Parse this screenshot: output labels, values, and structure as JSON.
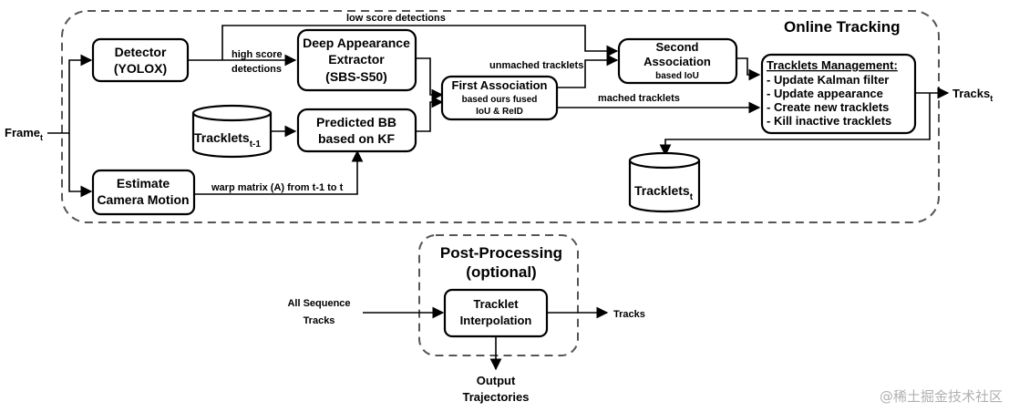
{
  "groups": {
    "online": "Online Tracking",
    "post_line1": "Post-Processing",
    "post_line2": "(optional)"
  },
  "inputs": {
    "frame": "Frame",
    "frame_sub": "t",
    "all_seq_line1": "All Sequence",
    "all_seq_line2": "Tracks"
  },
  "nodes": {
    "detector": [
      "Detector",
      "(YOLOX)"
    ],
    "extractor": [
      "Deep Appearance",
      "Extractor",
      "(SBS-S50)"
    ],
    "predicted_bb": [
      "Predicted BB",
      "based on KF"
    ],
    "camera_motion": [
      "Estimate",
      "Camera Motion"
    ],
    "first_assoc": {
      "title": "First Association",
      "line2": "based ours fused",
      "line3": "IoU & ReID"
    },
    "second_assoc": {
      "line1": "Second",
      "line2": "Association",
      "line3": "based IoU"
    },
    "management": {
      "title": "Tracklets Management:",
      "items": [
        "- Update Kalman filter",
        "- Update appearance",
        "- Create new tracklets",
        "- Kill inactive tracklets"
      ]
    },
    "interpolation": [
      "Tracklet",
      "Interpolation"
    ]
  },
  "stores": {
    "tracklets_prev": {
      "label": "Tracklets",
      "sub": "t-1"
    },
    "tracklets_curr": {
      "label": "Tracklets",
      "sub": "t"
    }
  },
  "edge_labels": {
    "low_score": "low score detections",
    "high_score_1": "high score",
    "high_score_2": "detections",
    "unmatched": "unmached tracklets",
    "matched": "mached tracklets",
    "warp": "warp matrix (A) from t-1 to t"
  },
  "outputs": {
    "tracks_online": "Tracks",
    "tracks_online_sub": "t",
    "tracks_post": "Tracks",
    "output_line1": "Output",
    "output_line2": "Trajectories"
  },
  "watermark": "@稀土掘金技术社区"
}
